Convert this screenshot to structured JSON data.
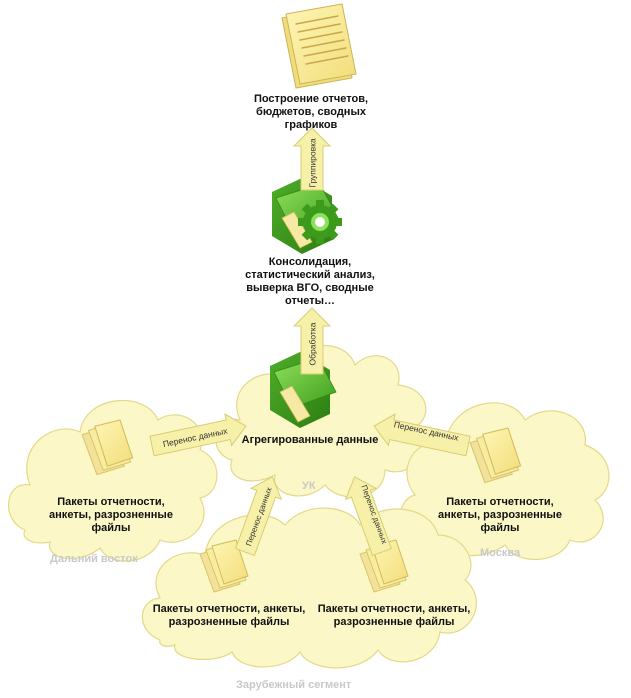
{
  "diagram": {
    "top": {
      "label": "Построение отчетов, бюджетов, сводных графиков",
      "arrow_label": "Группировка"
    },
    "consolidation": {
      "label": "Консолидация, статистический анализ, выверка ВГО, сводные отчеты…",
      "arrow_label": "Обработка"
    },
    "center": {
      "label": "Агрегированные данные",
      "region": "УК"
    },
    "packets": {
      "far_east": {
        "label": "Пакеты отчетности, анкеты, разрозненные файлы",
        "region": "Дальний восток",
        "arrow_label": "Перенос данных"
      },
      "moscow": {
        "label": "Пакеты отчетности, анкеты, разрозненные файлы",
        "region": "Москва",
        "arrow_label": "Перенос данных"
      },
      "foreign_left": {
        "label": "Пакеты отчетности, анкеты, разрозненные файлы",
        "arrow_label": "Перенос данных"
      },
      "foreign_right": {
        "label": "Пакеты отчетности, анкеты, разрозненные файлы",
        "arrow_label": "Перенос данных"
      },
      "foreign_region": "Зарубежный сегмент"
    },
    "colors": {
      "cloud_fill": "#fbf7c6",
      "cloud_stroke": "#e3d98a",
      "arrow_fill": "#f7f0a8",
      "arrow_stroke": "#d8cc74",
      "folder_green": "#5fc22f",
      "region_label": "#c9c9c9"
    }
  }
}
